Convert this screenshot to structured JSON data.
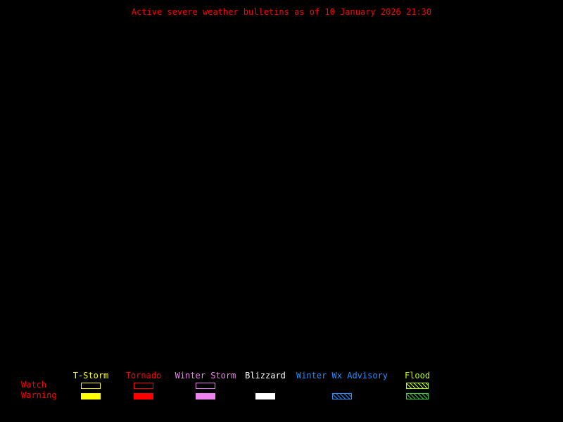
{
  "title": "Active severe weather bulletins as of 10 January 2026 21:30",
  "colors": {
    "background": "#000000",
    "title_text": "#ff0000",
    "row_label_text": "#ff0000"
  },
  "legend": {
    "watch_label": "Watch",
    "warning_label": "Warning",
    "columns": [
      {
        "label": "T-Storm",
        "color": "#ffff00",
        "watch_swatch": "outline",
        "warning_swatch": "solid"
      },
      {
        "label": "Tornado",
        "color": "#ff0000",
        "watch_swatch": "outline",
        "warning_swatch": "solid"
      },
      {
        "label": "Winter Storm",
        "color": "#ee82ee",
        "watch_swatch": "outline",
        "warning_swatch": "solid"
      },
      {
        "label": "Blizzard",
        "color": "#ffffff",
        "watch_swatch": "none",
        "warning_swatch": "solid"
      },
      {
        "label": "Winter Wx Advisory",
        "color": "#1e90ff",
        "watch_swatch": "none",
        "warning_swatch": "hatch"
      },
      {
        "label": "Flood",
        "color": "#bfff00",
        "warning_color": "#32cd32",
        "watch_swatch": "hatch",
        "warning_swatch": "hatch"
      }
    ]
  }
}
